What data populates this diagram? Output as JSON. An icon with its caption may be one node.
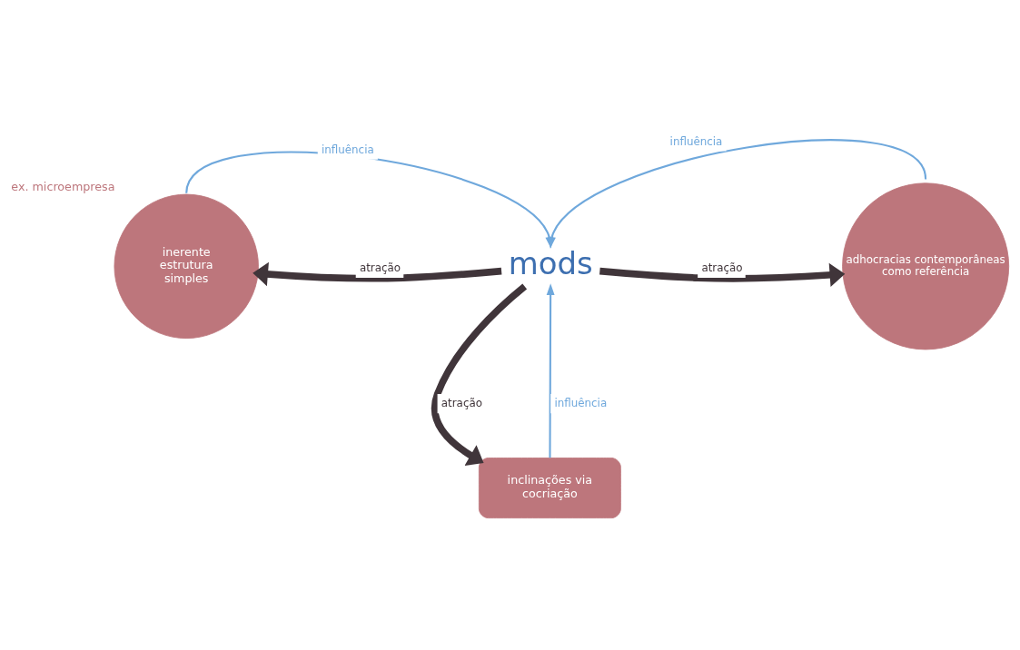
{
  "diagram": {
    "nodes": [
      {
        "text": [
          "mods"
        ]
      },
      {
        "text": [
          "inerente estrutura simples"
        ],
        "beside": [
          "ex. microempresa"
        ]
      },
      {
        "text": [
          "adhocracias contemporâneas como referência"
        ]
      },
      {
        "text": [
          "inclinações via cocriação"
        ]
      }
    ],
    "edges": [
      {
        "from": 0,
        "to": 1,
        "arrow": "to",
        "label": "atração",
        "style": "thick",
        "color": "#40353a"
      },
      {
        "from": 0,
        "to": 2,
        "arrow": "to",
        "label": "atração",
        "style": "thick",
        "color": "#40353a"
      },
      {
        "from": 0,
        "to": 3,
        "arrow": "to",
        "label": "atração",
        "style": "thick",
        "color": "#40353a"
      },
      {
        "from": 1,
        "to": 0,
        "arrow": "to",
        "label": "influência",
        "color": "#6fa8dc"
      },
      {
        "from": 2,
        "to": 0,
        "arrow": "to",
        "label": "influência",
        "color": "#6fa8dc"
      },
      {
        "from": 3,
        "to": 0,
        "arrow": "to",
        "label": "influência",
        "color": "#6fa8dc"
      }
    ]
  }
}
